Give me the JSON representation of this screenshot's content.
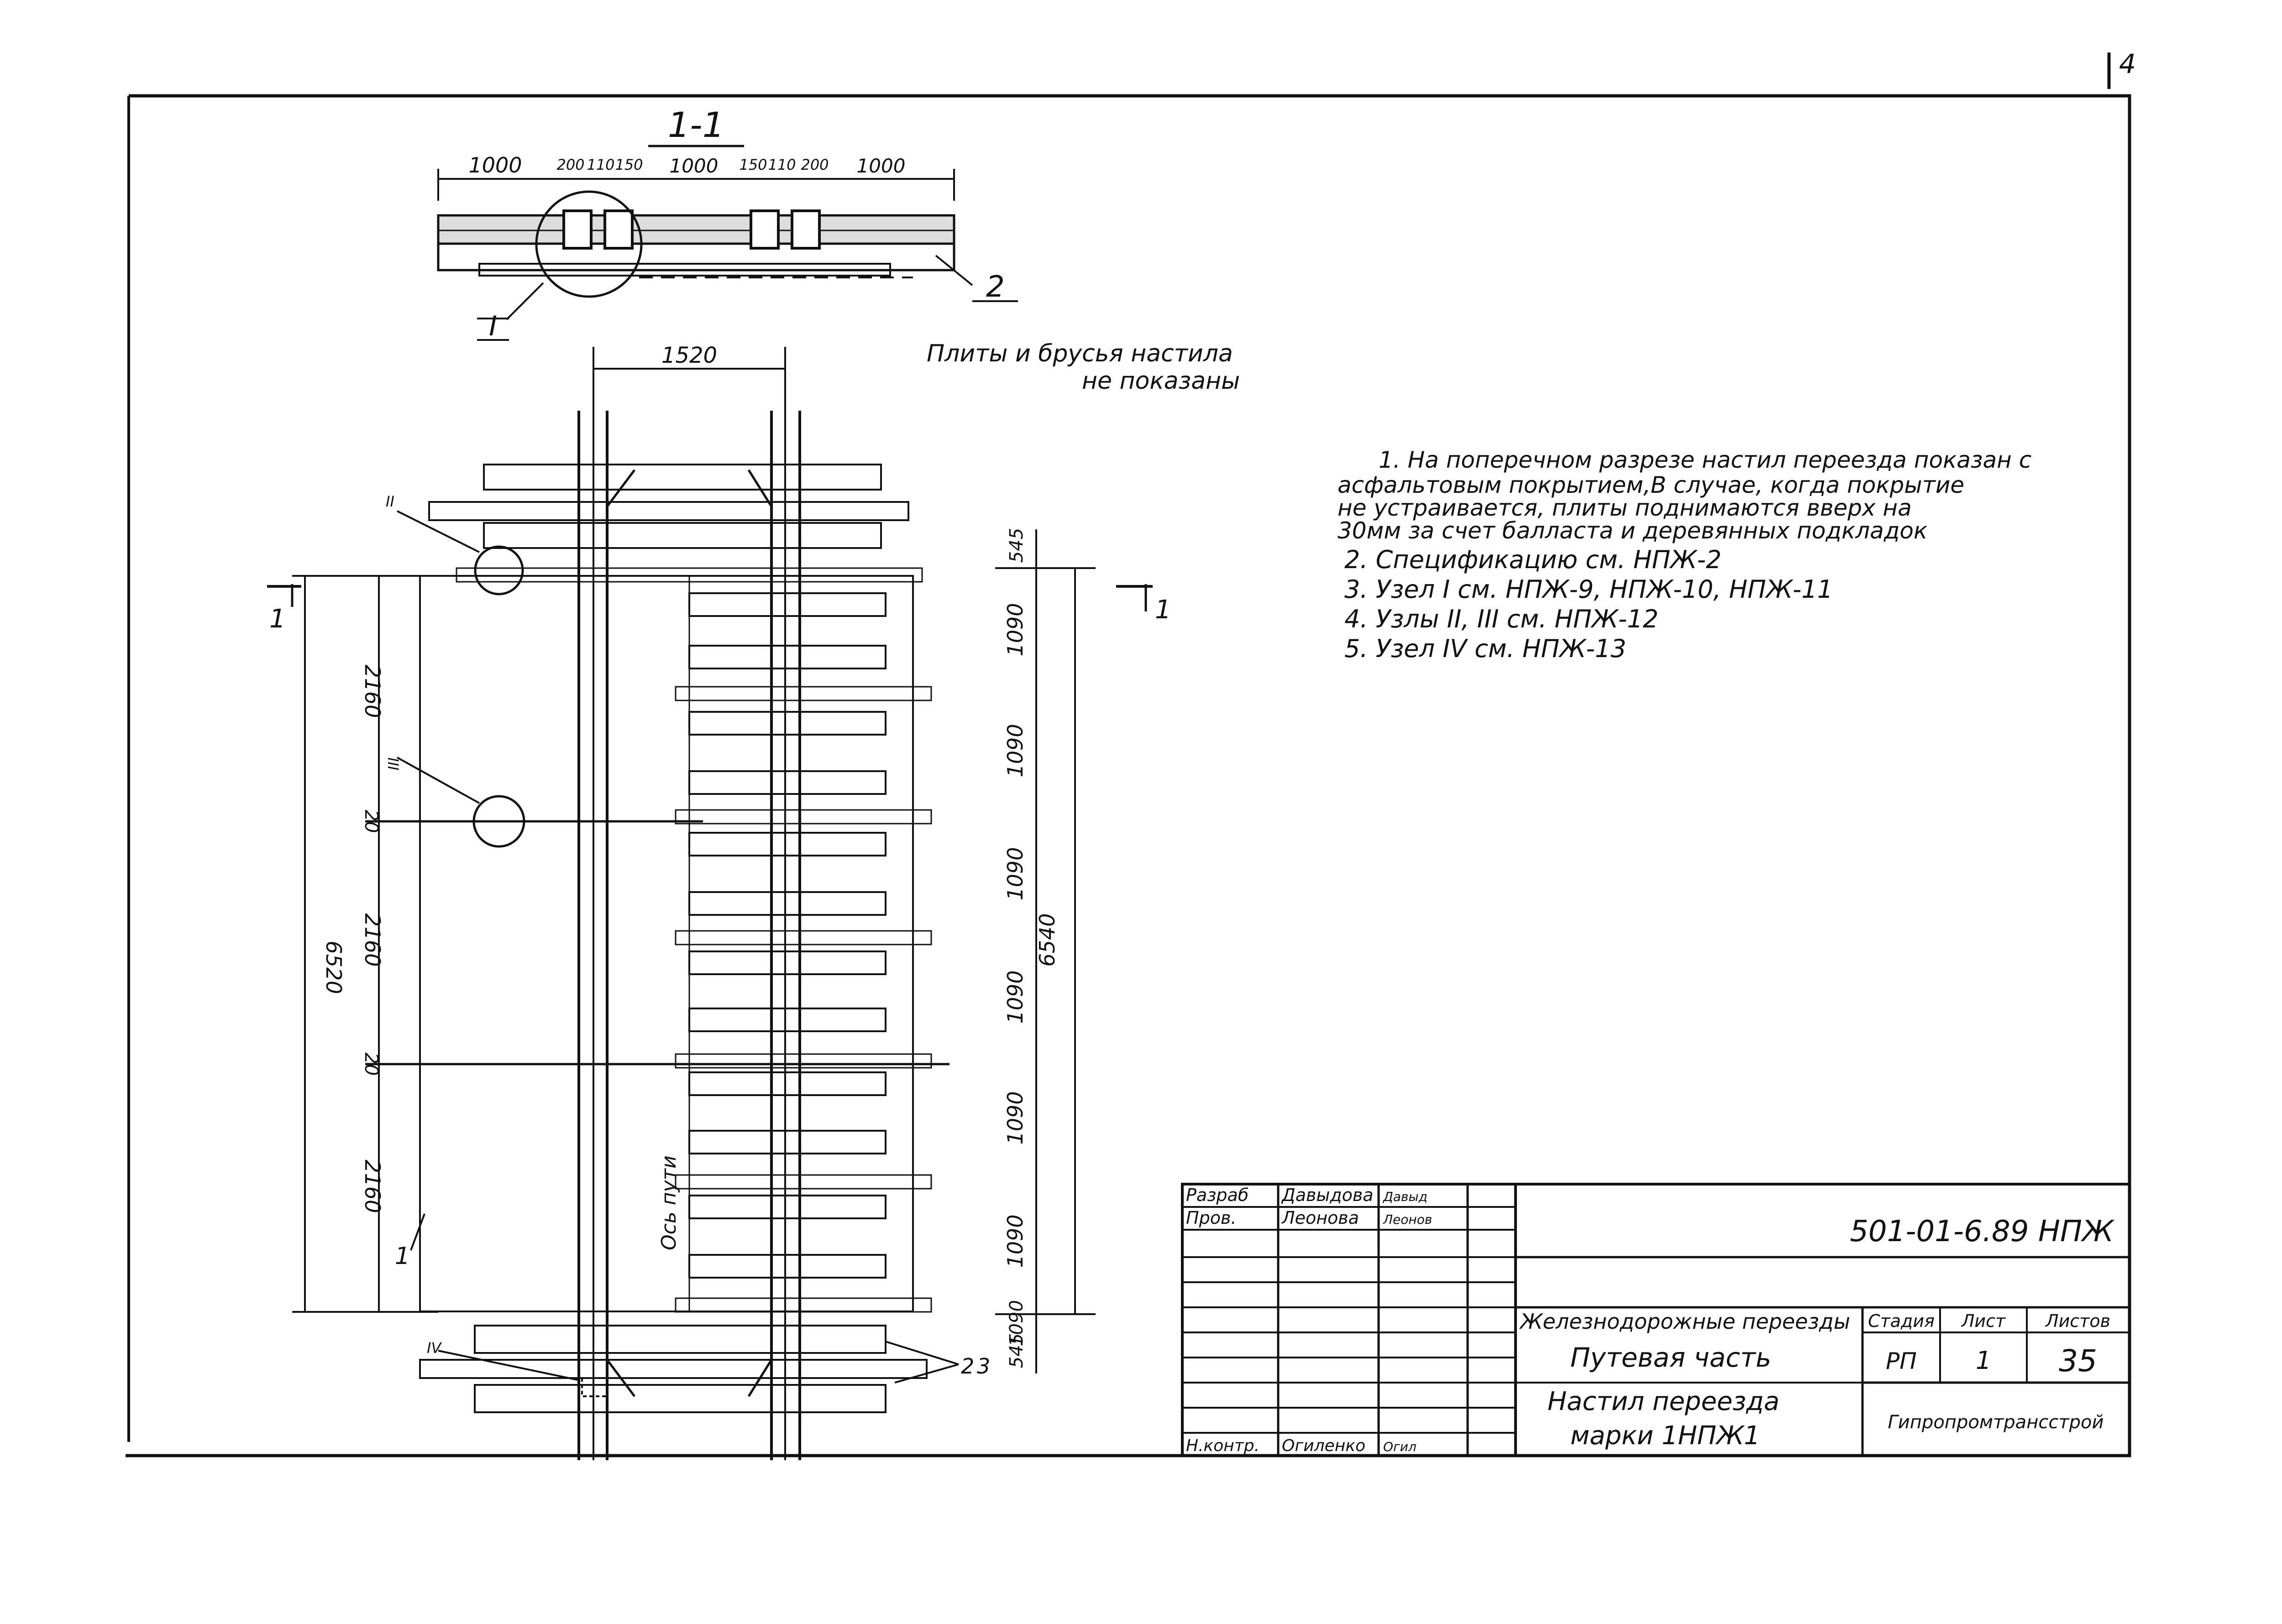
{
  "sheet": {
    "page_number": "4"
  },
  "section": {
    "title": "1-1",
    "dims": [
      "1000",
      "200",
      "110",
      "150",
      "1000",
      "150",
      "110",
      "200",
      "1000"
    ],
    "node_label": "I",
    "leader_2": "2"
  },
  "caption": {
    "line1": "Плиты и брусья настила",
    "line2": "не показаны"
  },
  "plan": {
    "gauge": "1520",
    "left_total": "6520",
    "left_dims": [
      "2160",
      "20",
      "2160",
      "20",
      "2160"
    ],
    "right_total": "6540",
    "right_dims": [
      "545",
      "1090",
      "1090",
      "1090",
      "1090",
      "1090",
      "1090",
      "1090",
      "545"
    ],
    "axis_label": "Ось пути",
    "section_left": "1",
    "section_right": "1",
    "node_ii": "II",
    "node_iii": "III",
    "node_iv": "IV",
    "leader_1": "1",
    "leader_2": "2",
    "leader_3": "3"
  },
  "notes": [
    "1. На поперечном разрезе настил переезда показан с",
    "асфальтовым покрытием,В случае, когда покрытие",
    "не устраивается, плиты поднимаются вверх на",
    "30мм за счет балласта и деревянных подкладок",
    "2. Спецификацию см. НПЖ-2",
    "3. Узел I см. НПЖ-9, НПЖ-10, НПЖ-11",
    "4. Узлы II, III см. НПЖ-12",
    "5. Узел IV см. НПЖ-13"
  ],
  "title_block": {
    "rows": [
      {
        "role": "Разраб",
        "name": "Давыдова",
        "sign": "Давыд"
      },
      {
        "role": "Пров.",
        "name": "Леонова",
        "sign": "Леонов"
      },
      {
        "role": "Н.контр.",
        "name": "Огиленко",
        "sign": "Огил"
      }
    ],
    "code": "501-01-6.89 НПЖ",
    "project": "Железнодорожные переезды",
    "part": "Путевая часть",
    "sheet_title_1": "Настил переезда",
    "sheet_title_2": "марки 1НПЖ1",
    "stage_label": "Стадия",
    "sheet_label": "Лист",
    "sheets_label": "Листов",
    "stage": "РП",
    "sheet_no": "1",
    "sheets_total": "35",
    "org": "Гипропромтрансстрой"
  }
}
